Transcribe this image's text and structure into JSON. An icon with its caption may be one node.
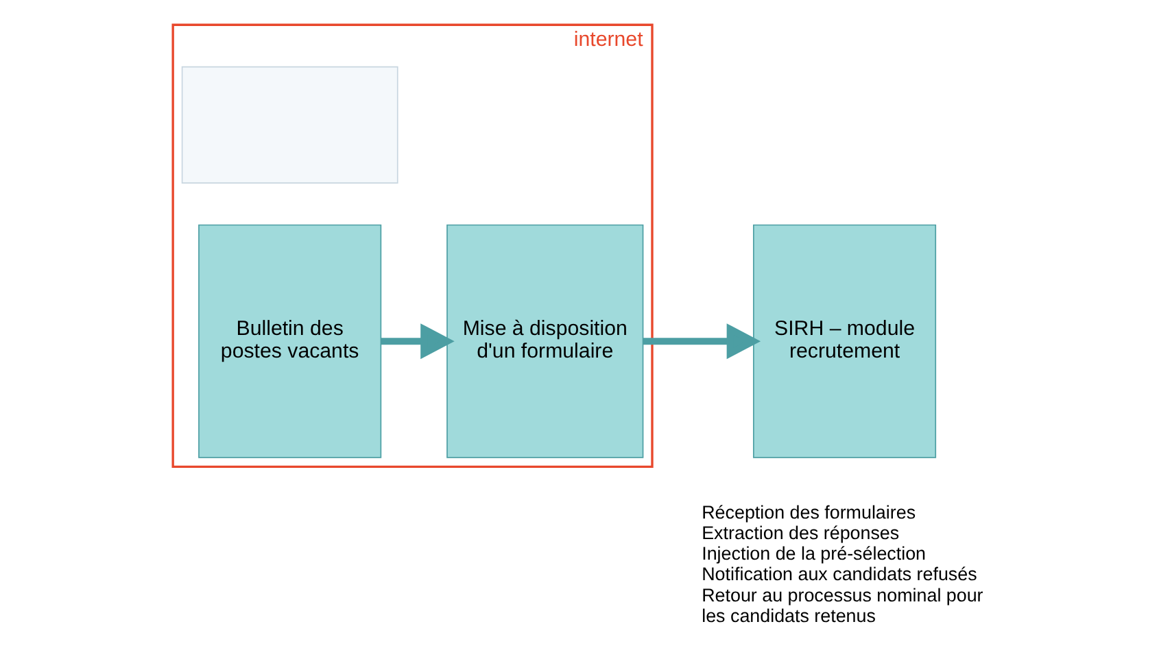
{
  "diagram": {
    "nodes": [
      {
        "text": [
          "internet"
        ]
      },
      {
        "text": [
          "Bulletin des postes vacants"
        ],
        "in": 0
      },
      {
        "text": [
          "Mise à disposition d'un formulaire"
        ],
        "in": 0
      },
      {
        "text": [
          "SIRH – module recrutement"
        ],
        "beside": [
          "Réception des formulaires",
          "Extraction des réponses",
          "Injection de la pré-sélection",
          "Notification aux candidats refusés",
          "Retour au processus nominal pour les candidats retenus"
        ]
      },
      {
        "text": [],
        "shape": "box",
        "in": 0
      }
    ],
    "edges": [
      {
        "from": 1,
        "to": 2,
        "arrow": "to"
      },
      {
        "from": 2,
        "to": 3,
        "arrow": "to"
      }
    ]
  }
}
